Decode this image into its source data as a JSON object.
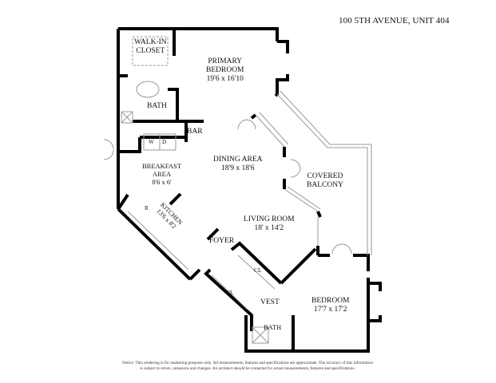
{
  "title": "100 5TH AVENUE, UNIT 404",
  "rooms": {
    "walk_in_closet": {
      "name_line1": "WALK-IN",
      "name_line2": "CLOSET"
    },
    "primary_bedroom": {
      "name_line1": "PRIMARY",
      "name_line2": "BEDROOM",
      "dimensions": "19'6 x 16'10"
    },
    "primary_bath": {
      "name": "BATH"
    },
    "bar": {
      "name": "BAR"
    },
    "washer": {
      "label": "W"
    },
    "dryer": {
      "label": "D"
    },
    "breakfast_area": {
      "name_line1": "BREAKFAST",
      "name_line2": "AREA",
      "dimensions": "8'6 x 6'"
    },
    "dining_area": {
      "name": "DINING AREA",
      "dimensions": "18'9 x 18'6"
    },
    "covered_balcony": {
      "name_line1": "COVERED",
      "name_line2": "BALCONY"
    },
    "kitchen": {
      "name": "KITCHEN",
      "dimensions": "13'6 x 8'2",
      "refrigerator": "R"
    },
    "living_room": {
      "name": "LIVING ROOM",
      "dimensions": "18' x 14'2"
    },
    "foyer": {
      "name": "FOYER"
    },
    "closet_1": {
      "name": "CL"
    },
    "closet_2": {
      "name": "CL"
    },
    "vestibule": {
      "name": "VEST"
    },
    "second_bath": {
      "name": "BATH"
    },
    "bedroom": {
      "name": "BEDROOM",
      "dimensions": "17'7 x 17'2"
    }
  },
  "notice": {
    "line1": "Notice: This rendering is for marketing purposes only. All measurements, features and specifications are approximate. The accuracy of this information",
    "line2": "is subject to errors, omissions and changes. An architect should be contacted for actual measurements, features and specifications."
  },
  "colors": {
    "wall": "#000000",
    "fixture": "#9a9a9a",
    "background": "#ffffff"
  }
}
